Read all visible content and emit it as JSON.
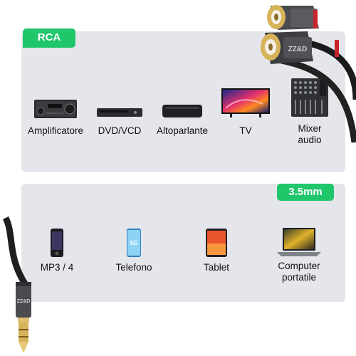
{
  "top_section": {
    "badge": "RCA",
    "devices": [
      {
        "label": "Amplificatore",
        "icon": "amplifier-icon"
      },
      {
        "label": "DVD/VCD",
        "icon": "dvd-player-icon"
      },
      {
        "label": "Altoparlante",
        "icon": "speaker-icon"
      },
      {
        "label": "TV",
        "icon": "tv-icon"
      },
      {
        "label": "Mixer\naudio",
        "icon": "mixer-icon"
      }
    ]
  },
  "bottom_section": {
    "badge": "3.5mm",
    "devices": [
      {
        "label": "MP3 / 4",
        "icon": "mp3-player-icon"
      },
      {
        "label": "Telefono",
        "icon": "phone-icon"
      },
      {
        "label": "Tablet",
        "icon": "tablet-icon"
      },
      {
        "label": "Computer\nportatile",
        "icon": "laptop-icon"
      }
    ]
  },
  "cable": {
    "brand": "ZZ&D",
    "colors": {
      "badge_green": "#1fc66a",
      "panel": "#e4e6ec",
      "gold": "#d6b25a",
      "red_band": "#c8242b"
    }
  }
}
